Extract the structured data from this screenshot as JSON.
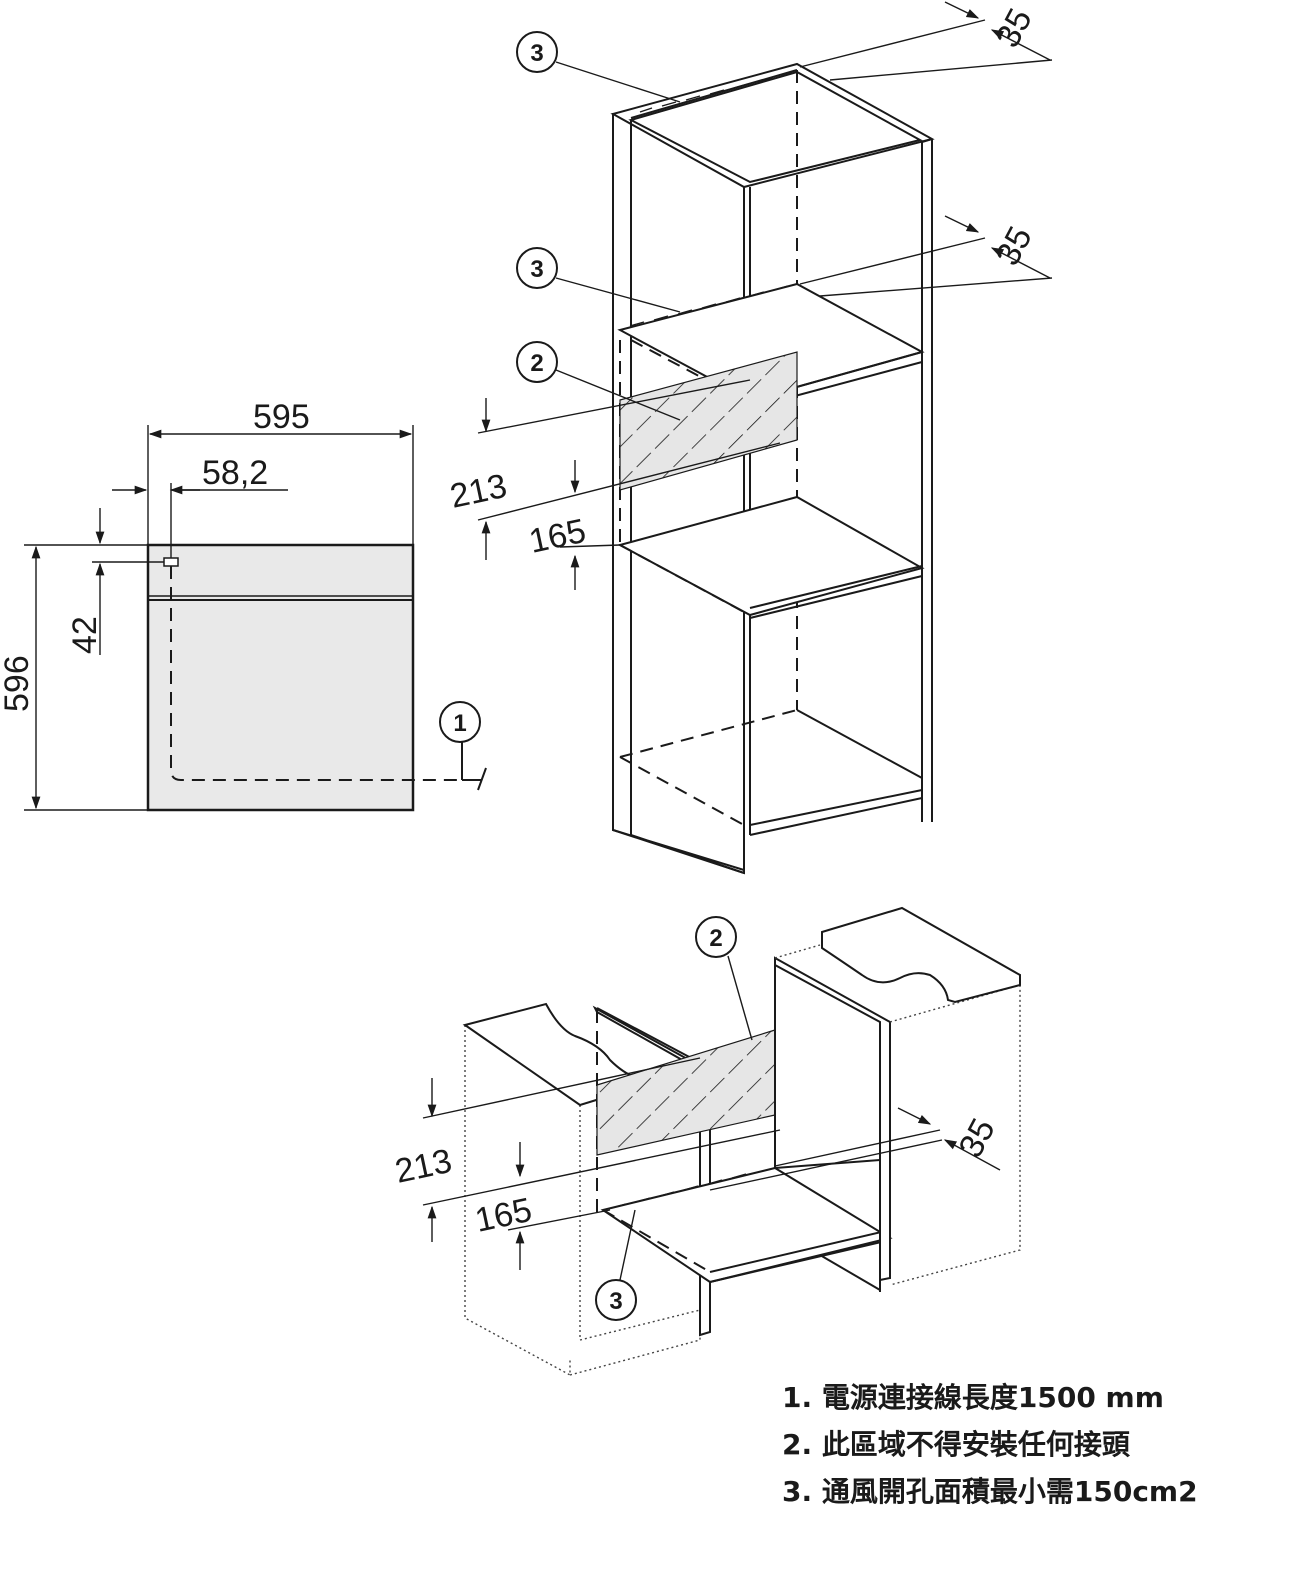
{
  "dimensions": {
    "oven_width": "595",
    "socket_offset": "58,2",
    "oven_height": "596",
    "socket_height": "42",
    "cabinet_top_gap": "35",
    "cabinet_mid_gap": "35",
    "cabinet_zone_height": "213",
    "cabinet_zone_offset": "165",
    "base_zone_height": "213",
    "base_zone_offset": "165",
    "base_gap": "35"
  },
  "callouts": {
    "cable": "1",
    "no_connection_zone": "2",
    "ventilation": "3"
  },
  "legend": [
    "1. 電源連接線長度1500 mm",
    "2. 此區域不得安裝任何接頭",
    "3. 通風開孔面積最小需150cm2"
  ]
}
